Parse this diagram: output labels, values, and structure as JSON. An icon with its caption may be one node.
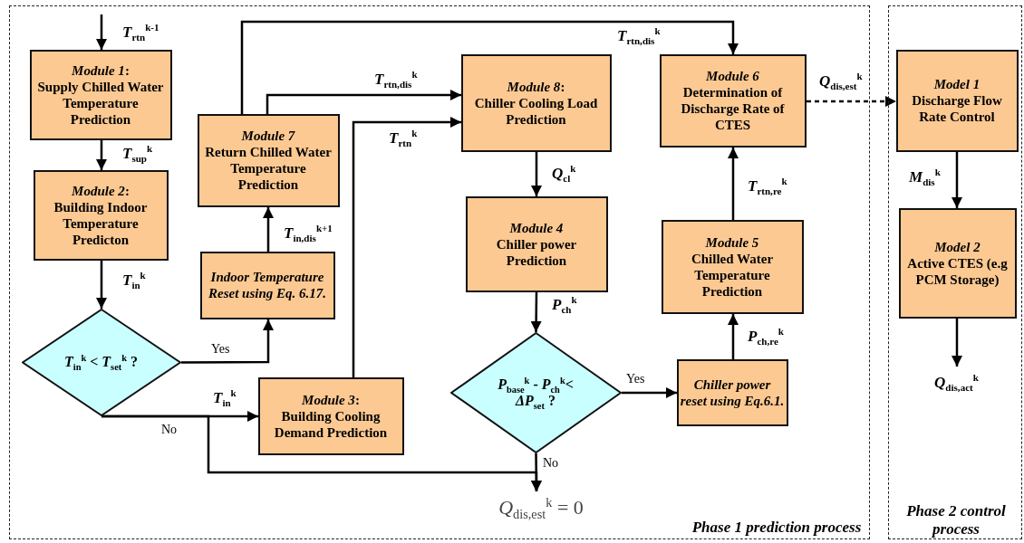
{
  "diagram": {
    "nodes": [
      {
        "text": [
          "Phase 1 prediction process"
        ]
      },
      {
        "text": [
          "Phase 2 control process"
        ]
      },
      {
        "text": [
          "*Module 1*:",
          "Supply Chilled Water Temperature Prediction"
        ],
        "in": 0
      },
      {
        "text": [
          "*Module 2*:",
          "Building Indoor Temperature Predicton"
        ],
        "in": 0
      },
      {
        "text": [
          "*T*$_{in}$$^{k}$ < *T*$_{set}$$^{k}$ ?"
        ],
        "in": 0
      },
      {
        "text": [
          "Indoor Temperature Reset using Eq. 6.17."
        ],
        "in": 0
      },
      {
        "text": [
          "Module 7",
          "Return Chilled Water Temperature Prediction"
        ],
        "in": 0
      },
      {
        "text": [
          "*Module 3*:",
          "Building Cooling Demand Prediction"
        ],
        "in": 0
      },
      {
        "text": [
          "*Module 8*:",
          "Chiller Cooling Load Prediction"
        ],
        "in": 0
      },
      {
        "text": [
          "Module 4",
          "Chiller power Prediction"
        ],
        "in": 0
      },
      {
        "text": [
          "*P*$_{base}$$^{k}$ - *P*$_{ch}$$^{k}$< *ΔP*$_{set}$ ?"
        ],
        "in": 0
      },
      {
        "text": [
          "Chiller power reset using Eq.6.1."
        ],
        "in": 0
      },
      {
        "text": [
          "Module 5",
          "Chilled Water Temperature Prediction"
        ],
        "in": 0
      },
      {
        "text": [
          "Module 6",
          "Determination of Discharge Rate of CTES"
        ],
        "in": 0
      },
      {
        "text": [
          "Model 1",
          "Discharge Flow Rate Control"
        ],
        "in": 1
      },
      {
        "text": [
          "Model 2",
          "Active CTES (e.g PCM Storage)"
        ],
        "in": 1
      },
      {
        "text": [
          "*Q*$_{dis,act}$$^{k}$"
        ],
        "in": 1
      },
      {
        "text": [
          "*Q*$_{dis,est}$$^{k}$ = 0"
        ],
        "in": 0
      }
    ],
    "edges": [
      {
        "from": null,
        "to": 2,
        "arrow": "to",
        "label": "*T*$_{rtn}$$^{k-1}$"
      },
      {
        "from": 2,
        "to": 3,
        "arrow": "to",
        "label": "*T*$_{sup}$$^{k}$"
      },
      {
        "from": 3,
        "to": 4,
        "arrow": "to",
        "label": "*T*$_{in}$$^{k}$"
      },
      {
        "from": 4,
        "to": 5,
        "arrow": "to",
        "label": "Yes"
      },
      {
        "from": 5,
        "to": 6,
        "arrow": "to",
        "label": "*T*$_{in,dis}$$^{k+1}$"
      },
      {
        "from": 6,
        "to": 8,
        "arrow": "to",
        "label": "*T*$_{rtn,dis}$$^{k}$"
      },
      {
        "from": 6,
        "to": 13,
        "arrow": "to",
        "label": "*T*$_{rtn,dis}$$^{k}$"
      },
      {
        "from": 7,
        "to": 8,
        "arrow": "to",
        "label": "*T*$_{rtn}$$^{k}$"
      },
      {
        "from": 4,
        "to": 7,
        "arrow": "to",
        "label": "*T*$_{in}$$^{k}$"
      },
      {
        "from": 4,
        "to": 17,
        "arrow": "to",
        "label": "No"
      },
      {
        "from": 8,
        "to": 9,
        "arrow": "to",
        "label": "*Q*$_{cl}$$^{k}$"
      },
      {
        "from": 9,
        "to": 10,
        "arrow": "to",
        "label": "*P*$_{ch}$$^{k}$"
      },
      {
        "from": 10,
        "to": 11,
        "arrow": "to",
        "label": "Yes"
      },
      {
        "from": 10,
        "to": 17,
        "arrow": "to",
        "label": "No"
      },
      {
        "from": 11,
        "to": 12,
        "arrow": "to",
        "label": "*P*$_{ch,re}$$^{k}$"
      },
      {
        "from": 12,
        "to": 13,
        "arrow": "to",
        "label": "*T*$_{rtn,re}$$^{k}$"
      },
      {
        "from": 13,
        "to": 14,
        "arrow": "to",
        "style": "dashed",
        "label": "*Q*$_{dis,est}$$^{k}$"
      },
      {
        "from": 14,
        "to": 15,
        "arrow": "to",
        "label": "*M*$_{dis}$$^{k}$"
      },
      {
        "from": 15,
        "to": 16,
        "arrow": "to"
      }
    ]
  }
}
